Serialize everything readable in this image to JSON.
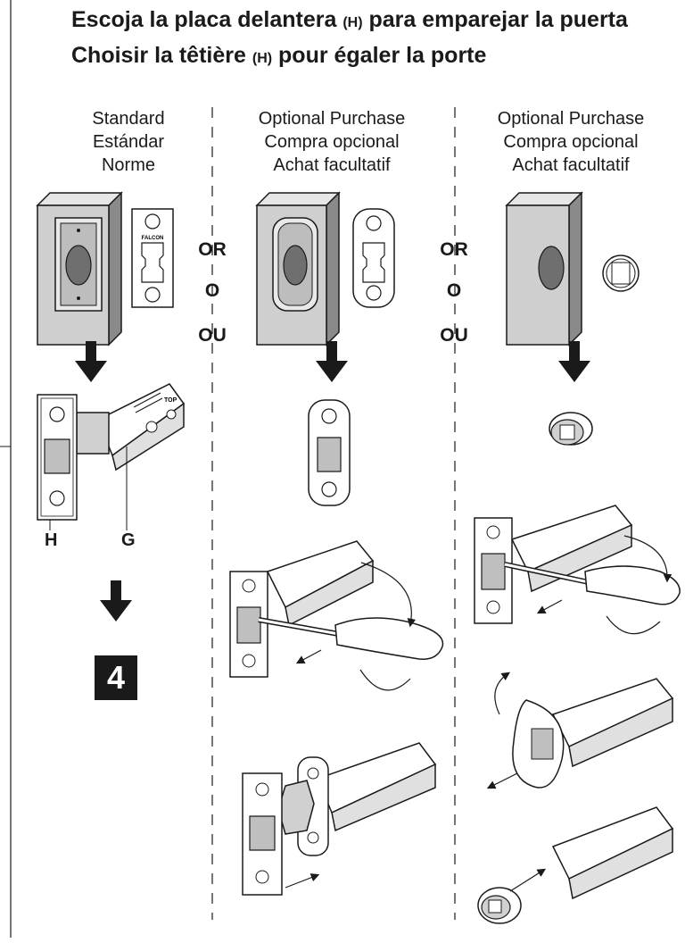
{
  "heading": {
    "line1_main": "Escoja la placa delantera ",
    "line1_tag": "(H)",
    "line1_end": " para emparejar la puerta",
    "line2_main": "Choisir la têtière ",
    "line2_tag": "(H)",
    "line2_end": " pour égaler la porte"
  },
  "columns": [
    {
      "line1": "Standard",
      "line2": "Estándar",
      "line3": "Norme"
    },
    {
      "line1": "Optional Purchase",
      "line2": "Compra opcional",
      "line3": "Achat facultatif"
    },
    {
      "line1": "Optional Purchase",
      "line2": "Compra opcional",
      "line3": "Achat facultatif"
    }
  ],
  "separator": {
    "en": "OR",
    "es": "O",
    "fr": "OU"
  },
  "part_labels": {
    "faceplate": "H",
    "latch": "G"
  },
  "faceplate_brand": "FALCON",
  "latch_marking": "TOP",
  "next_step": "4"
}
